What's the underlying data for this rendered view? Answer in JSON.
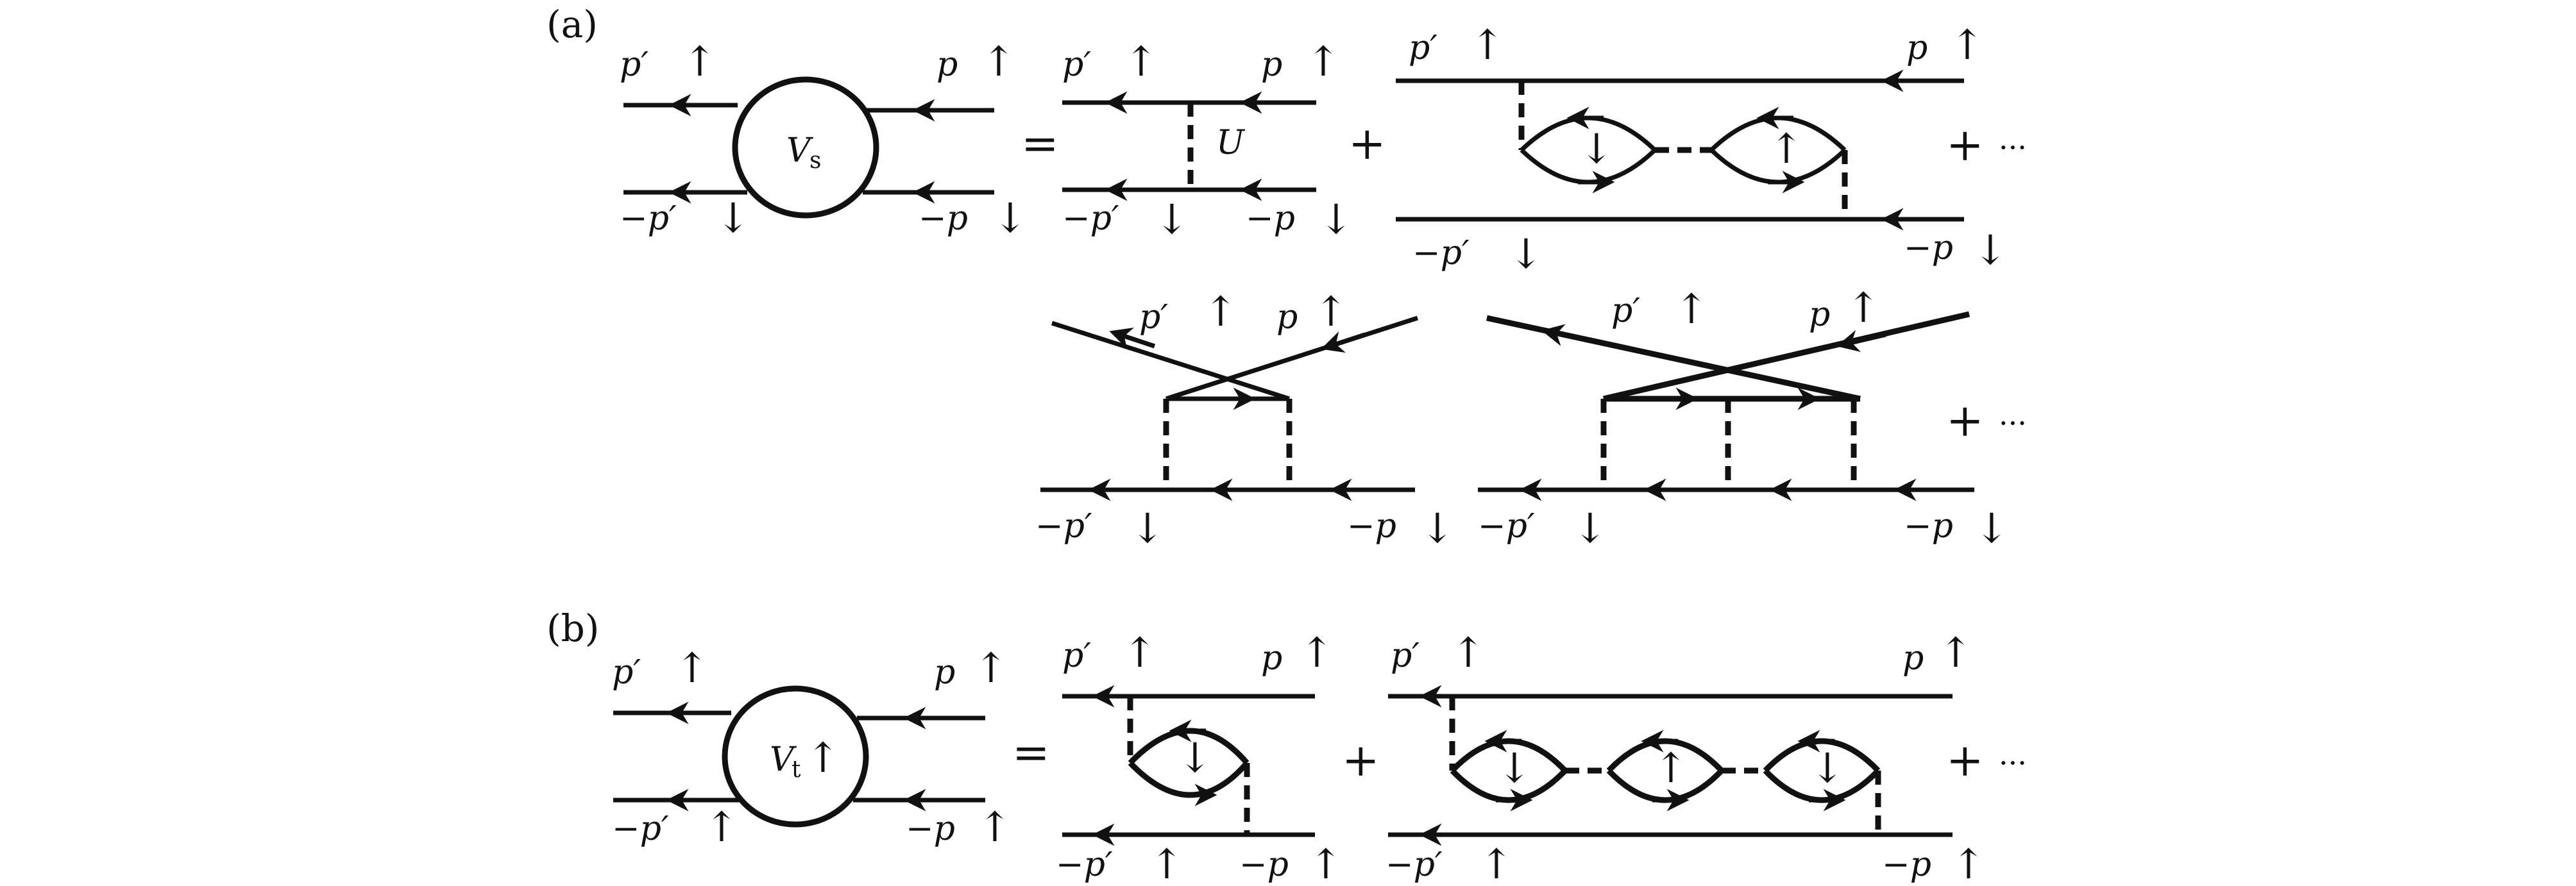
{
  "panels": {
    "a": {
      "label": "(a)"
    },
    "b": {
      "label": "(b)"
    }
  },
  "momenta": {
    "p_prime": "p′",
    "p": "p",
    "neg_p_prime": "−p′",
    "neg_p": "−p"
  },
  "spins": {
    "up": "↑",
    "down": "↓"
  },
  "vertex_a": {
    "symbol": "V",
    "subscript": "s"
  },
  "vertex_b": {
    "symbol": "V",
    "subscript": "t",
    "spin": "↑"
  },
  "interaction": {
    "label": "U"
  },
  "operators": {
    "equals": "=",
    "plus": "+",
    "ellipsis": "···"
  }
}
